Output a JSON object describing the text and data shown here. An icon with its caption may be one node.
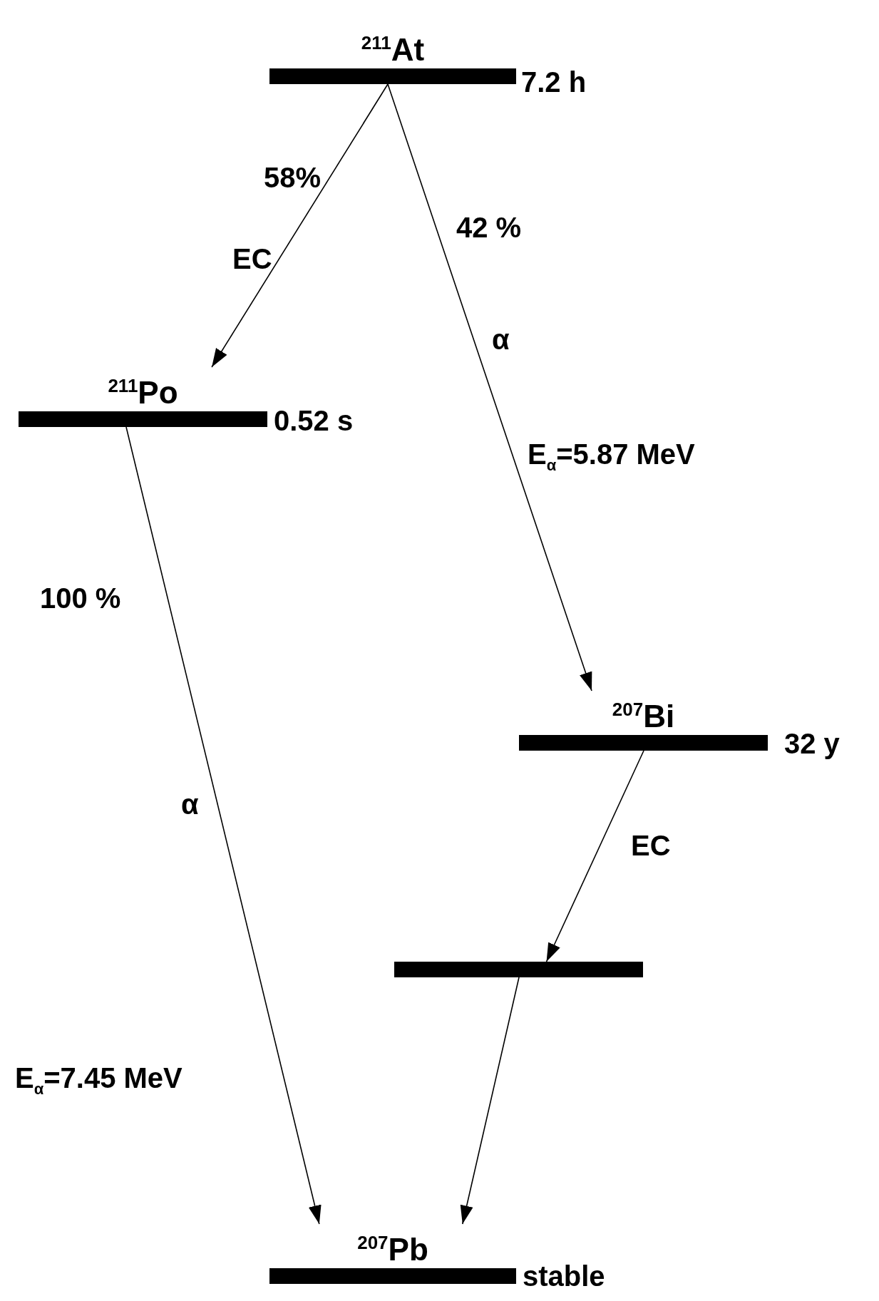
{
  "diagram": {
    "nodes": [
      {
        "text": [
          "$^{211}$At"
        ],
        "beside": [
          "7.2 h"
        ]
      },
      {
        "text": [
          "$^{211}$Po"
        ],
        "beside": [
          "0.52 s"
        ]
      },
      {
        "text": [
          "$^{207}$Bi"
        ],
        "beside": [
          "32 y"
        ]
      },
      {
        "text": [],
        "shape": "bar"
      },
      {
        "text": [
          "$^{207}$Pb"
        ],
        "beside": [
          "stable"
        ]
      }
    ],
    "edges": [
      {
        "from": 0,
        "to": 1,
        "arrow": "to",
        "label": "58%"
      },
      {
        "from": 0,
        "to": 2,
        "arrow": "to",
        "label": "42 %"
      },
      {
        "from": 1,
        "to": 4,
        "arrow": "to",
        "label": "100 %"
      },
      {
        "from": 2,
        "to": 3,
        "arrow": "to",
        "label": "EC"
      },
      {
        "from": 3,
        "to": 4,
        "arrow": "to"
      }
    ],
    "labels": [
      "EC",
      "α",
      "E$_{α}$=5.87 MeV",
      "α",
      "E$_{α}$=7.45 MeV"
    ]
  }
}
